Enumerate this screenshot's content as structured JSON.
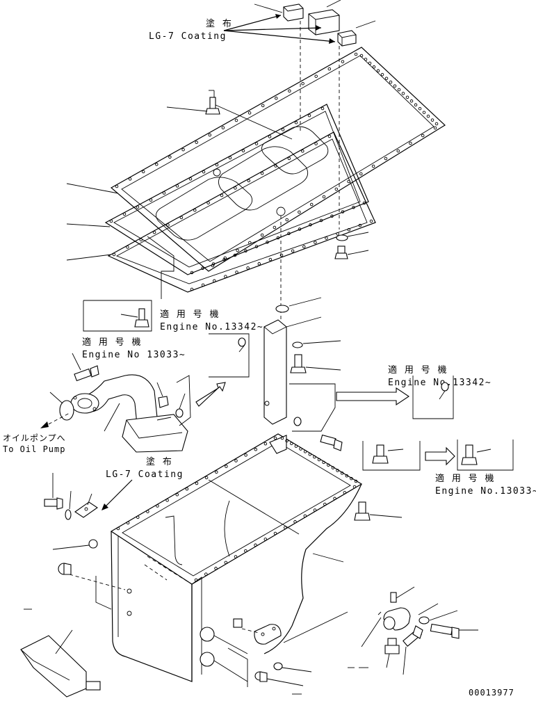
{
  "labels": {
    "coating_top_jp": "塗 布",
    "coating_top_en": "LG-7 Coating",
    "coating_mid_jp": "塗 布",
    "coating_mid_en": "LG-7 Coating",
    "applicable_jp": "適 用 号 機",
    "engine_13342_a": "Engine No.13342~",
    "engine_13033_a": "Engine No 13033~",
    "engine_13342_b": "Engine No.13342~",
    "engine_13033_b": "Engine No.13033~",
    "oil_pump_jp": "オイルポンプへ",
    "oil_pump_en": "To Oil Pump",
    "drawing_number": "00013977"
  }
}
